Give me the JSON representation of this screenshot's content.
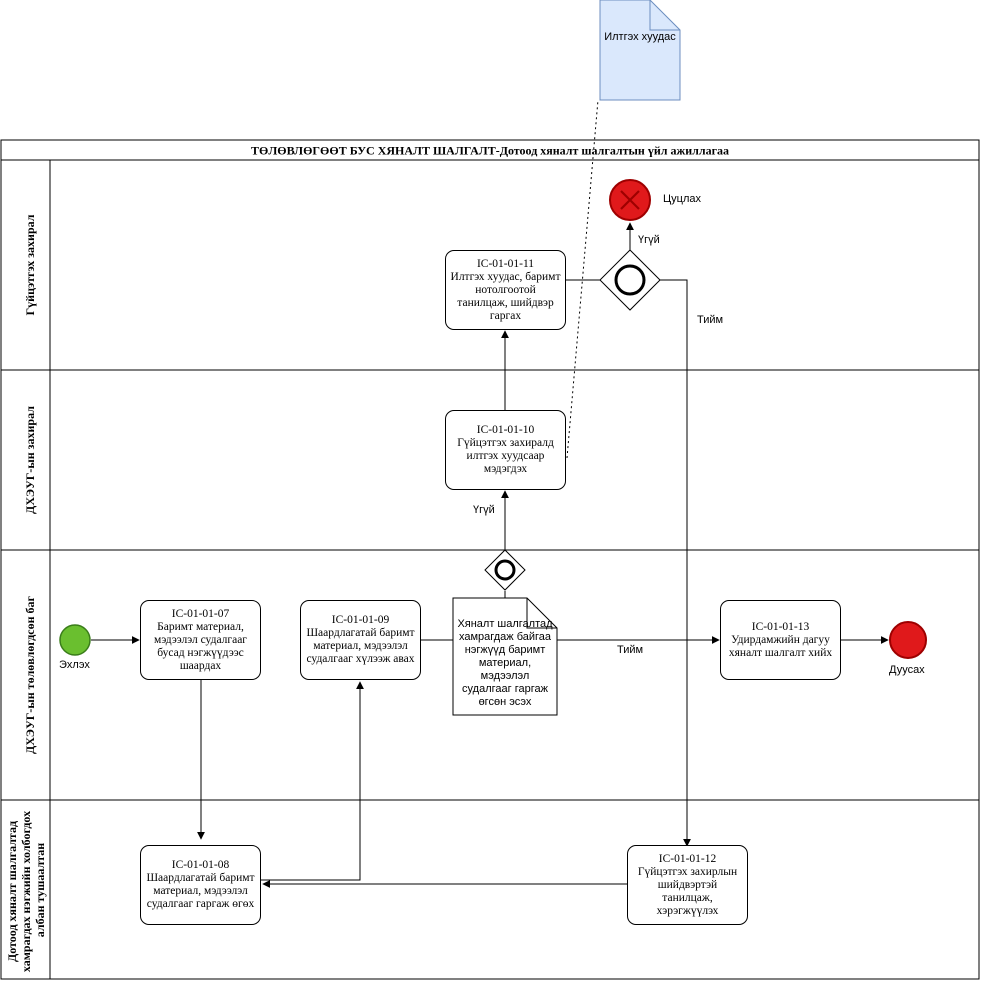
{
  "pool": {
    "title": "ТӨЛӨВЛӨГӨӨТ БУС ХЯНАЛТ ШАЛГАЛТ-Дотоод хяналт шалгалтын үйл ажиллагаа"
  },
  "lanes": [
    {
      "label": "Гүйцэтгэх захирал"
    },
    {
      "label": "ДХЭУГ-ын захирал"
    },
    {
      "label": "ДХЭУГ-ын төлөвлөгдсөн баг"
    },
    {
      "label_lines": [
        "Дотоод хяналт шалгалтад",
        "хамрагдах нэгжийн холбогдох",
        "албан тушаалтан"
      ]
    }
  ],
  "tasks": {
    "t07": {
      "lines": [
        "IC-01-01-07",
        "Баримт материал,",
        "мэдээлэл судалгааг",
        "бусад нэгжүүдээс",
        "шаардах"
      ]
    },
    "t08": {
      "lines": [
        "IC-01-01-08",
        "Шаардлагатай баримт",
        "материал, мэдээлэл",
        "судалгааг гаргаж өгөх"
      ]
    },
    "t09": {
      "lines": [
        "IC-01-01-09",
        "Шаардлагатай баримт",
        "материал, мэдээлэл",
        "судалгааг хүлээж авах"
      ]
    },
    "t10": {
      "lines": [
        "IC-01-01-10",
        "Гүйцэтгэх захиралд",
        "илтгэх хуудсаар",
        "мэдэгдэх"
      ]
    },
    "t11": {
      "lines": [
        "IC-01-01-11",
        "Илтгэх хуудас, баримт",
        "нотолгоотой",
        "танилцаж, шийдвэр",
        "гаргах"
      ]
    },
    "t12": {
      "lines": [
        "IC-01-01-12",
        "Гүйцэтгэх захирлын",
        "шийдвэртэй танилцаж,",
        "хэрэгжүүлэх"
      ]
    },
    "t13": {
      "lines": [
        "IC-01-01-13",
        "Удирдамжийн дагуу",
        "хяналт шалгалт хийх"
      ]
    }
  },
  "documents": {
    "report": {
      "text": "Илтгэх хуудас"
    },
    "condition": {
      "lines": [
        "Хяналт шалгалтад",
        "хамрагдаж байгаа",
        "нэгжүүд баримт",
        "материал, мэдээлэл",
        "судалгааг гаргаж",
        "өгсөн эсэх"
      ]
    }
  },
  "events": {
    "start": {
      "label": "Эхлэх"
    },
    "end": {
      "label": "Дуусах"
    },
    "cancel": {
      "label": "Цуцлах"
    }
  },
  "flow_labels": {
    "gw_low_no": "Үгүй",
    "gw_low_yes": "Тийм",
    "gw_top_no": "Үгүй",
    "gw_top_yes": "Тийм"
  },
  "colors": {
    "start_fill": "#6abf2f",
    "start_stroke": "#3a7d1a",
    "end_fill": "#e0191b",
    "end_stroke": "#9e0000",
    "document_fill": "#dae8fc",
    "document_stroke": "#6c8ebf"
  }
}
